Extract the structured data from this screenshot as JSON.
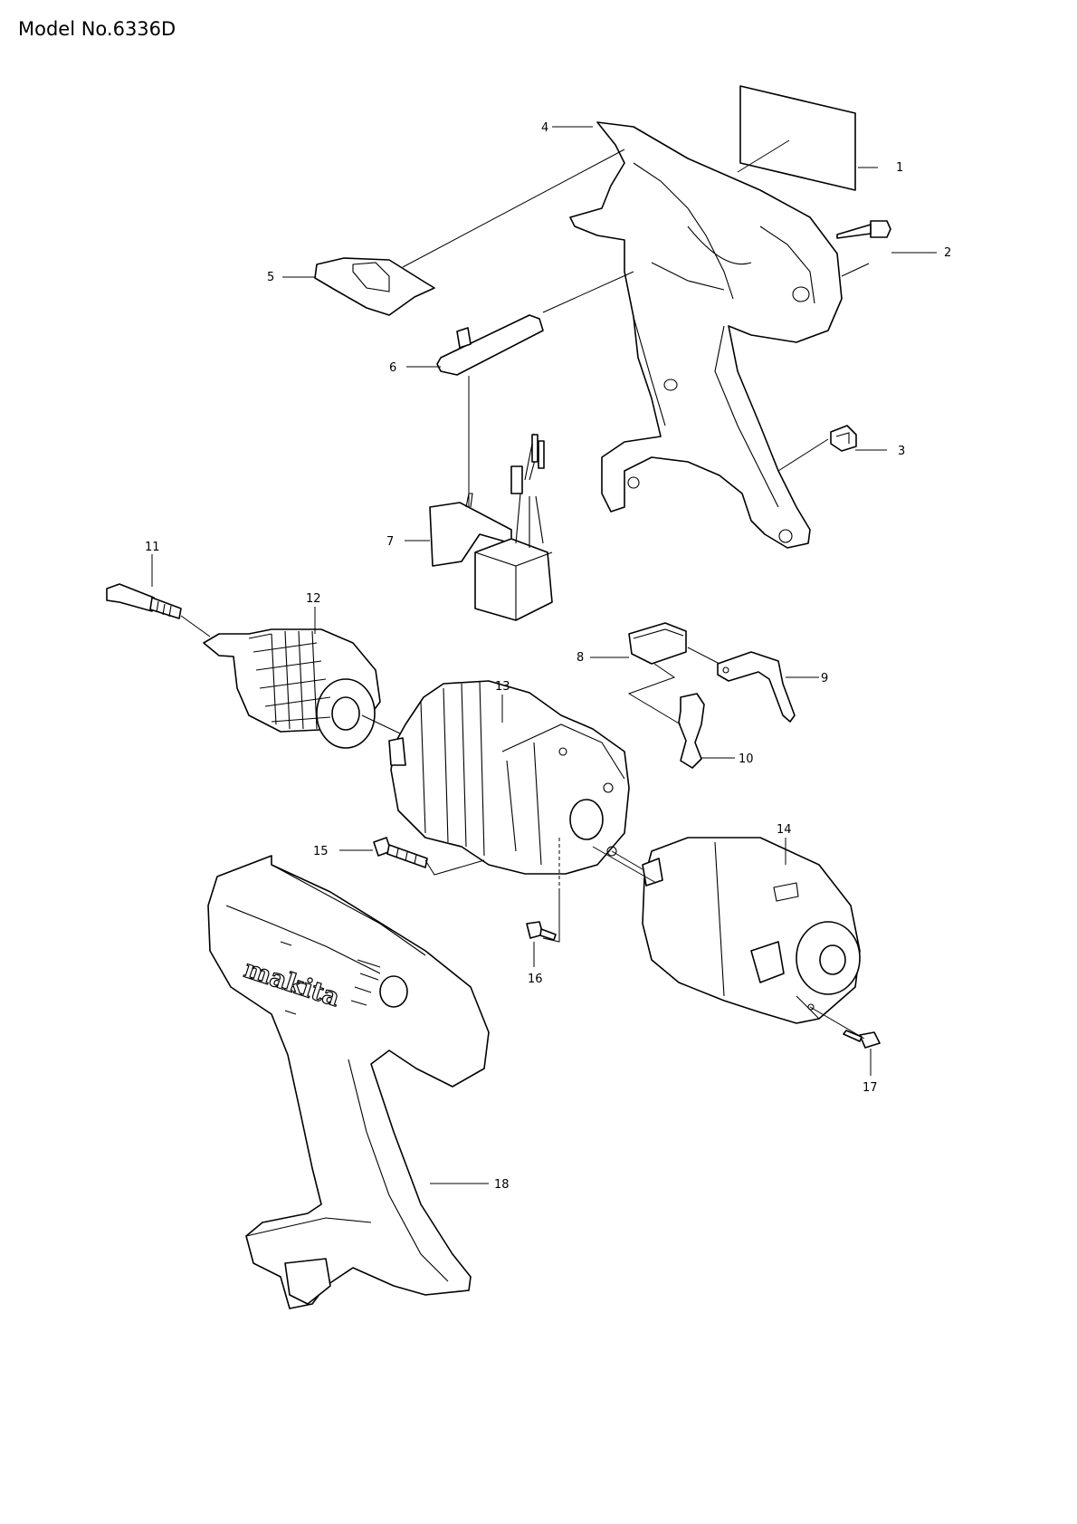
{
  "title": "Model No.6336D",
  "logo_text": "makita",
  "callouts": [
    {
      "id": "1",
      "label": "1"
    },
    {
      "id": "2",
      "label": "2"
    },
    {
      "id": "3",
      "label": "3"
    },
    {
      "id": "4",
      "label": "4"
    },
    {
      "id": "5",
      "label": "5"
    },
    {
      "id": "6",
      "label": "6"
    },
    {
      "id": "7",
      "label": "7"
    },
    {
      "id": "8",
      "label": "8"
    },
    {
      "id": "9",
      "label": "9"
    },
    {
      "id": "10",
      "label": "10"
    },
    {
      "id": "11",
      "label": "11"
    },
    {
      "id": "12",
      "label": "12"
    },
    {
      "id": "13",
      "label": "13"
    },
    {
      "id": "14",
      "label": "14"
    },
    {
      "id": "15",
      "label": "15"
    },
    {
      "id": "16",
      "label": "16"
    },
    {
      "id": "17",
      "label": "17"
    },
    {
      "id": "18",
      "label": "18"
    }
  ]
}
